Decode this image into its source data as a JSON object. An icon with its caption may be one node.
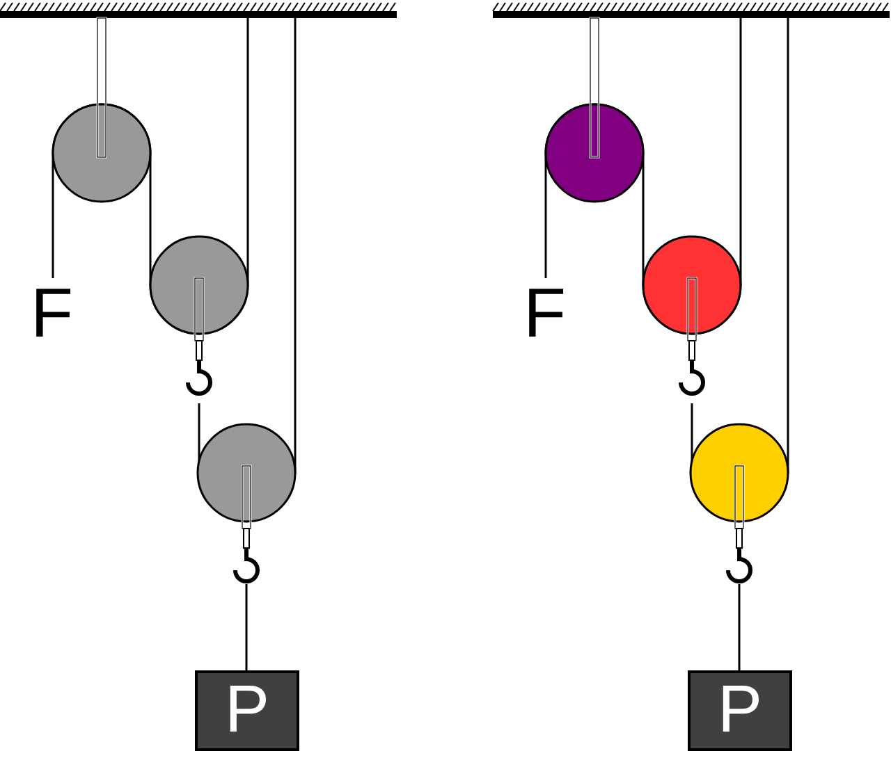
{
  "diagram": {
    "nodes": [
      {
        "text": [
          "P"
        ]
      },
      {
        "text": [
          "P"
        ]
      }
    ],
    "labels": [
      "F",
      "F"
    ]
  }
}
